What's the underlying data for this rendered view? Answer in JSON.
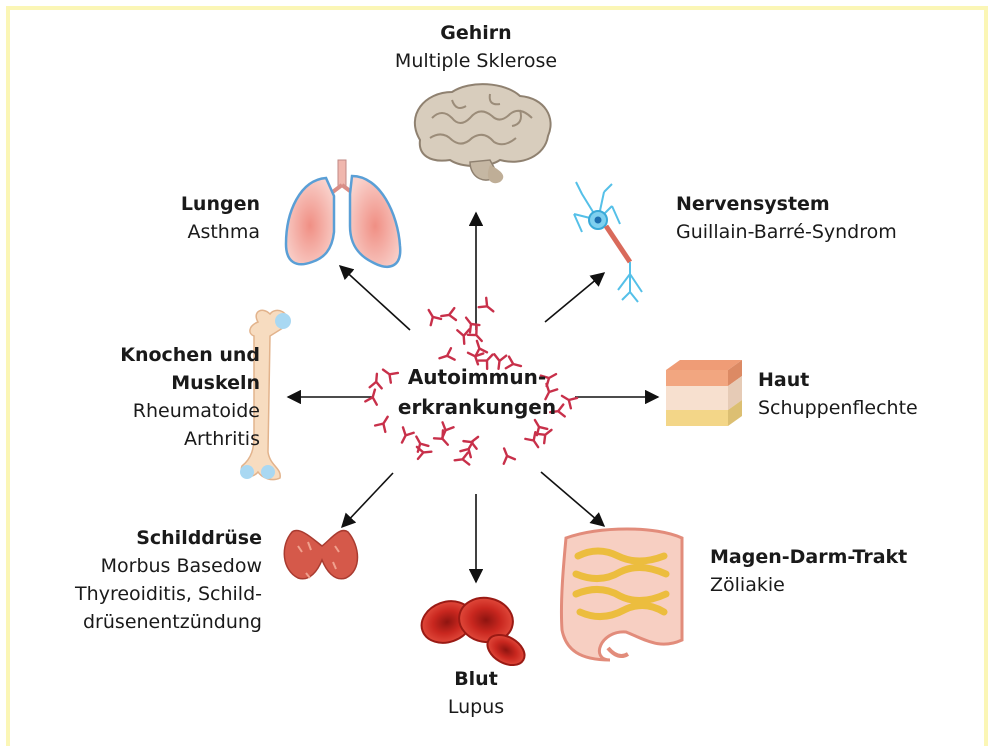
{
  "center": {
    "line1": "Autoimmun-",
    "line2": "erkrankungen"
  },
  "organs": {
    "brain": {
      "title": "Gehirn",
      "disease": "Multiple Sklerose"
    },
    "lungs": {
      "title": "Lungen",
      "disease": "Asthma"
    },
    "nerves": {
      "title": "Nervensystem",
      "disease": "Guillain-Barré-Syndrom"
    },
    "bones": {
      "title_line1": "Knochen und",
      "title_line2": "Muskeln",
      "disease_line1": "Rheumatoide",
      "disease_line2": "Arthritis"
    },
    "skin": {
      "title": "Haut",
      "disease": "Schuppenflechte"
    },
    "thyroid": {
      "title": "Schilddrüse",
      "disease_line1": "Morbus Basedow",
      "disease_line2": "Thyreoiditis, Schild-",
      "disease_line3": "drüsenentzündung"
    },
    "blood": {
      "title": "Blut",
      "disease": "Lupus"
    },
    "gut": {
      "title": "Magen-Darm-Trakt",
      "disease": "Zöliakie"
    }
  },
  "colors": {
    "frame": "#fbf6b6",
    "antibody": "#c8304a",
    "arrow": "#111111",
    "brain": "#d9cfc0",
    "lungs": "#f3b8b0",
    "nerve": "#6cc6ea",
    "skin": "#f5d3b8",
    "bone": "#f6dcc1",
    "thyroid": "#d4584a",
    "blood": "#c2231e",
    "gut": "#f1c04a"
  },
  "icons": [
    "brain-icon",
    "lungs-icon",
    "neuron-icon",
    "bone-icon",
    "skin-icon",
    "thyroid-icon",
    "blood-cells-icon",
    "intestine-icon",
    "antibody-icon"
  ]
}
